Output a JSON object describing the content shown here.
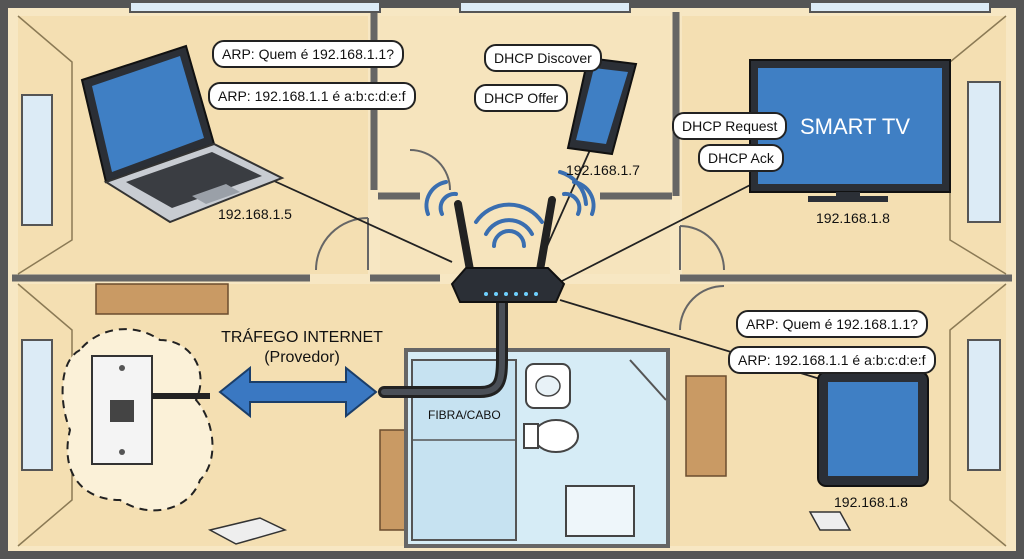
{
  "laptop": {
    "bubble_1": "ARP: Quem é 192.168.1.1?",
    "bubble_2": "ARP: 192.168.1.1 é a:b:c:d:e:f",
    "ip": "192.168.1.5"
  },
  "phone": {
    "bubble_1": "DHCP Discover",
    "bubble_2": "DHCP Offer",
    "ip": "192.168.1.7"
  },
  "tv": {
    "screen_label": "SMART TV",
    "bubble_1": "DHCP Request",
    "bubble_2": "DHCP Ack",
    "ip": "192.168.1.8"
  },
  "tablet": {
    "bubble_1": "ARP: Quem é 192.168.1.1?",
    "bubble_2": "ARP: 192.168.1.1 é a:b:c:d:e:f",
    "ip": "192.168.1.8"
  },
  "internet": {
    "line_1": "TRÁFEGO INTERNET",
    "line_2": "(Provedor)",
    "cable_label": "FIBRA/CABO"
  },
  "colors": {
    "wall": "#f7e7c3",
    "wall_outline": "#555555",
    "screen_blue": "#3f7fc4",
    "device_dark": "#2b2f36",
    "arrow_blue": "#3a78c2",
    "bathroom": "#cfe8f4"
  }
}
